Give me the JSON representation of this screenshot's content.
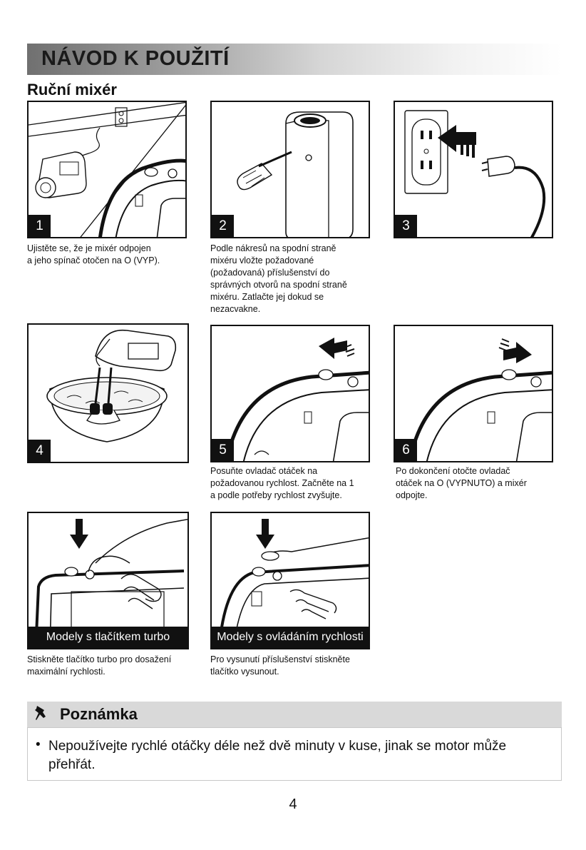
{
  "header": {
    "title": "NÁVOD K POUŽITÍ",
    "subtitle": "Ruční mixér"
  },
  "steps": [
    {
      "number": "1",
      "caption": "Ujistěte se, že je mixér odpojen\na jeho spínač otočen na O (VYP)."
    },
    {
      "number": "2",
      "caption": "Podle nákresů na spodní straně\nmixéru vložte požadované\n(požadovaná) příslušenství do\nsprávných otvorů na spodní straně\nmixéru. Zatlačte jej dokud se\nnezacvakne."
    },
    {
      "number": "3",
      "caption": ""
    },
    {
      "number": "4",
      "caption": ""
    },
    {
      "number": "5",
      "caption": "Posuňte ovladač otáček na\npožadovanou rychlost. Začněte na 1\na podle potřeby rychlost zvyšujte."
    },
    {
      "number": "6",
      "caption": "Po dokončení otočte ovladač\notáček na O (VYPNUTO) a mixér\nodpojte."
    }
  ],
  "models": [
    {
      "banner": "Modely s tlačítkem turbo",
      "caption": "Stiskněte tlačítko turbo pro dosažení\nmaximální rychlosti."
    },
    {
      "banner": "Modely s ovládáním rychlosti",
      "caption": "Pro vysunutí příslušenství stiskněte\ntlačítko vysunout."
    }
  ],
  "note": {
    "title": "Poznámka",
    "icon": "pushpin-icon",
    "text": "Nepoužívejte rychlé otáčky déle než dvě minuty v kuse, jinak se motor může přehřát."
  },
  "page_number": "4"
}
